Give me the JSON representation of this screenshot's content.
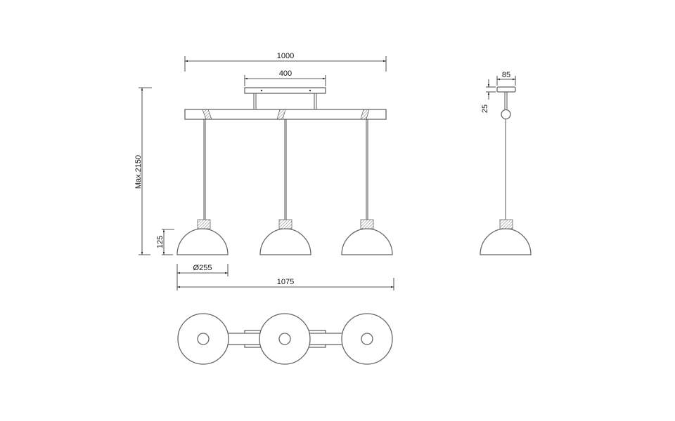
{
  "dimensions": {
    "bar_length": "1000",
    "canopy_length": "400",
    "max_height": "Max.2150",
    "shade_height": "125",
    "shade_diameter": "Ø255",
    "total_length": "1075",
    "canopy_width": "85",
    "canopy_height": "25"
  },
  "colors": {
    "line": "#555555",
    "text": "#111111",
    "background": "#ffffff"
  }
}
